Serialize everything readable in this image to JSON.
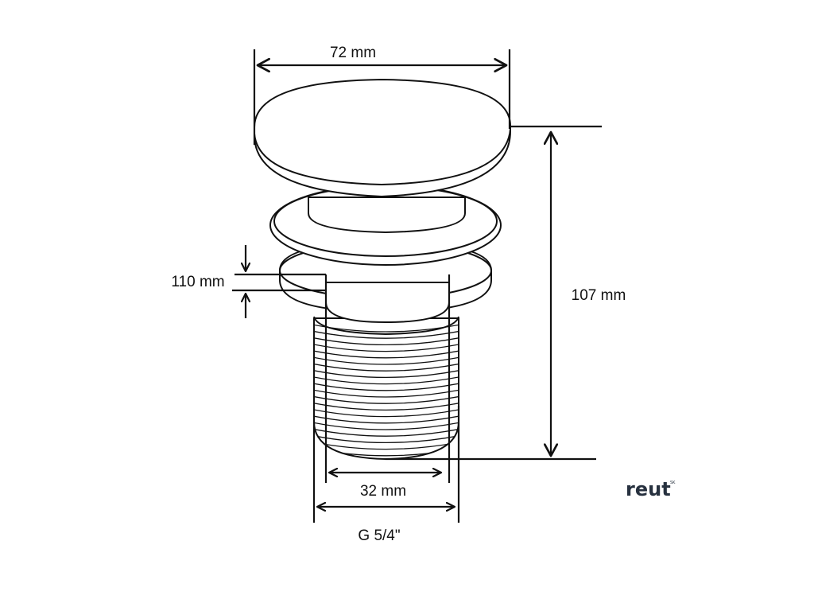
{
  "dimensions": {
    "top_width": "72 mm",
    "total_height": "107 mm",
    "flange_gap": "110 mm",
    "inner_diameter": "32 mm",
    "thread_size": "G 5/4\""
  },
  "logo": {
    "text": "reut",
    "superscript": "SK"
  },
  "colors": {
    "stroke": "#111111",
    "logo": "#27313f"
  }
}
